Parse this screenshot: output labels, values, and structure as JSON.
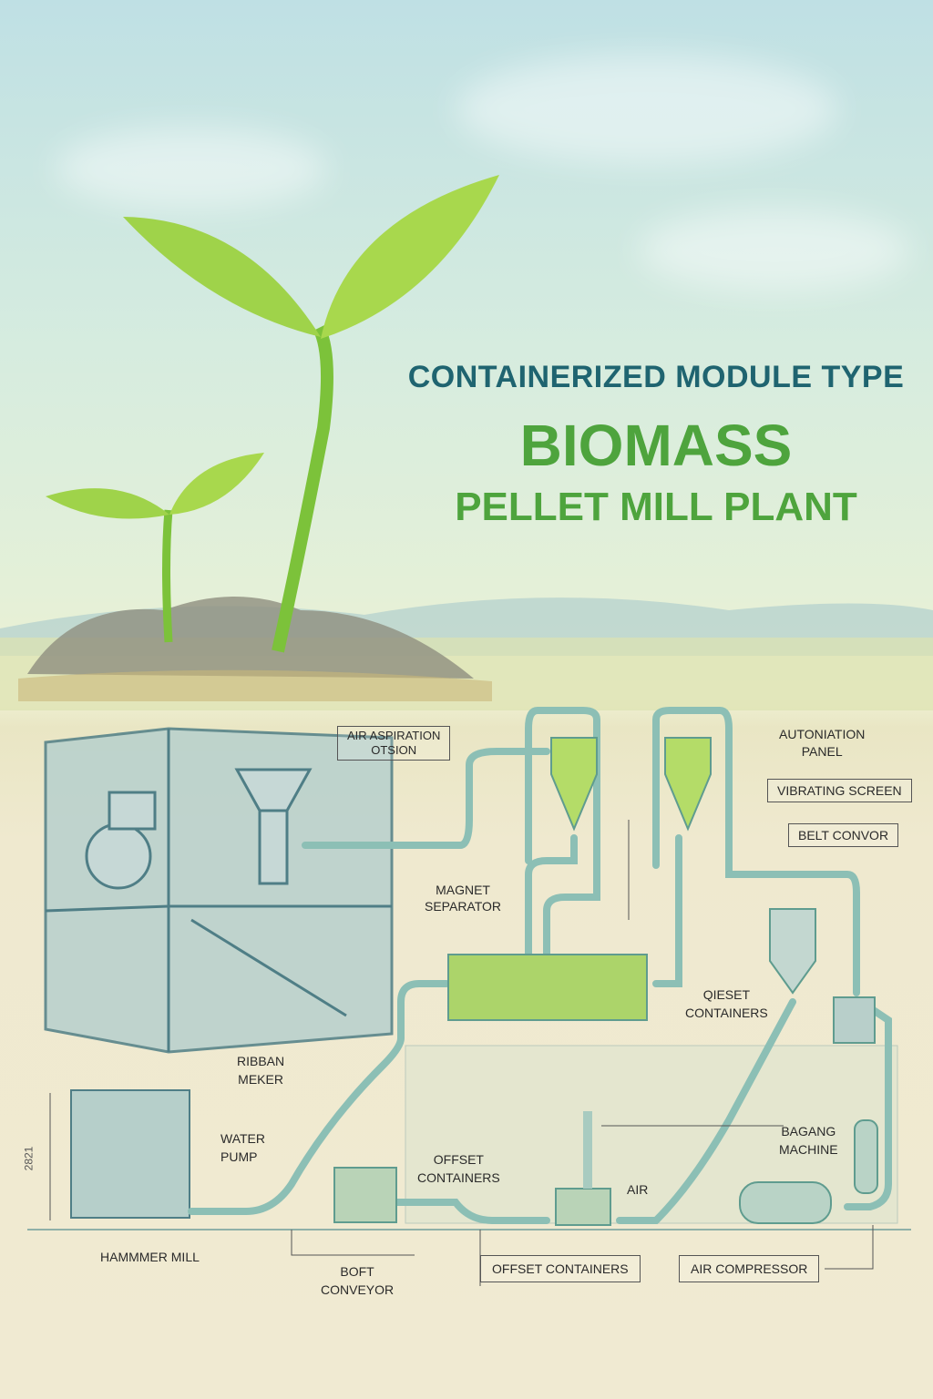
{
  "title": {
    "line1": "CONTAINERIZED MODULE TYPE",
    "line2": "BIOMASS",
    "line3": "PELLET MILL PLANT"
  },
  "labels": {
    "air_aspiration_1": "AIR ASPIRATION",
    "air_aspiration_2": "OTSION",
    "automation_1": "AUTONIATION",
    "automation_2": "PANEL",
    "vibrating_screen": "VIBRATING SCREEN",
    "belt_conveyor": "BELT CONVOR",
    "magnet_1": "MAGNET",
    "magnet_2": "SEPARATOR",
    "qieset_1": "QIESET",
    "qieset_2": "CONTAINERS",
    "ribbon_1": "RIBBAN",
    "ribbon_2": "MEKER",
    "water_1": "WATER",
    "water_2": "PUMP",
    "offset_1": "OFFSET",
    "offset_2": "CONTAINERS",
    "air": "AIR",
    "bagging_1": "BAGANG",
    "bagging_2": "MACHINE",
    "hammer_mill": "HAMMMER MILL",
    "boft_1": "BOFT",
    "boft_2": "CONVEYOR",
    "offset_containers": "OFFSET CONTAINERS",
    "air_compressor": "AIR COMPRESSOR",
    "dimension": "2821"
  },
  "colors": {
    "title_teal": "#1f6470",
    "title_green": "#4ea43d",
    "pipe": "#8cbfb5",
    "equipment_green": "#a9d46a"
  }
}
